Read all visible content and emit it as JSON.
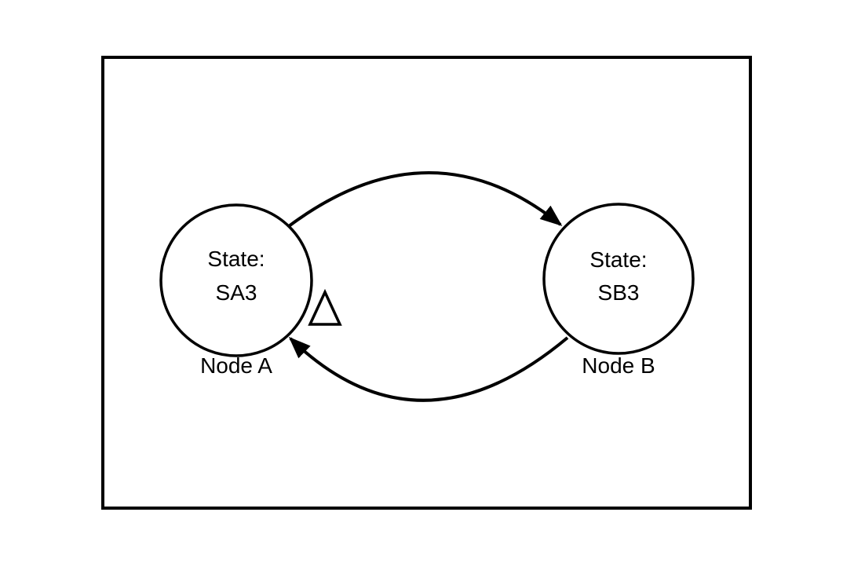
{
  "diagram": {
    "type": "state-diagram",
    "background_color": "#ffffff",
    "border_color": "#000000",
    "line_color": "#000000",
    "nodes": [
      {
        "id": "A",
        "label": "Node A",
        "state_label": "State:",
        "state_value": "SA3",
        "state_value_color": "#d02a3a"
      },
      {
        "id": "B",
        "label": "Node B",
        "state_label": "State:",
        "state_value": "SB3",
        "state_value_color": "#000000"
      }
    ],
    "edges": [
      {
        "from": "A",
        "to": "B",
        "style": "curved-top",
        "label": ""
      },
      {
        "from": "B",
        "to": "A",
        "style": "curved-bottom",
        "label": ""
      }
    ],
    "symbols": [
      {
        "name": "delta-triangle",
        "position": "right-of-node-a"
      }
    ]
  }
}
